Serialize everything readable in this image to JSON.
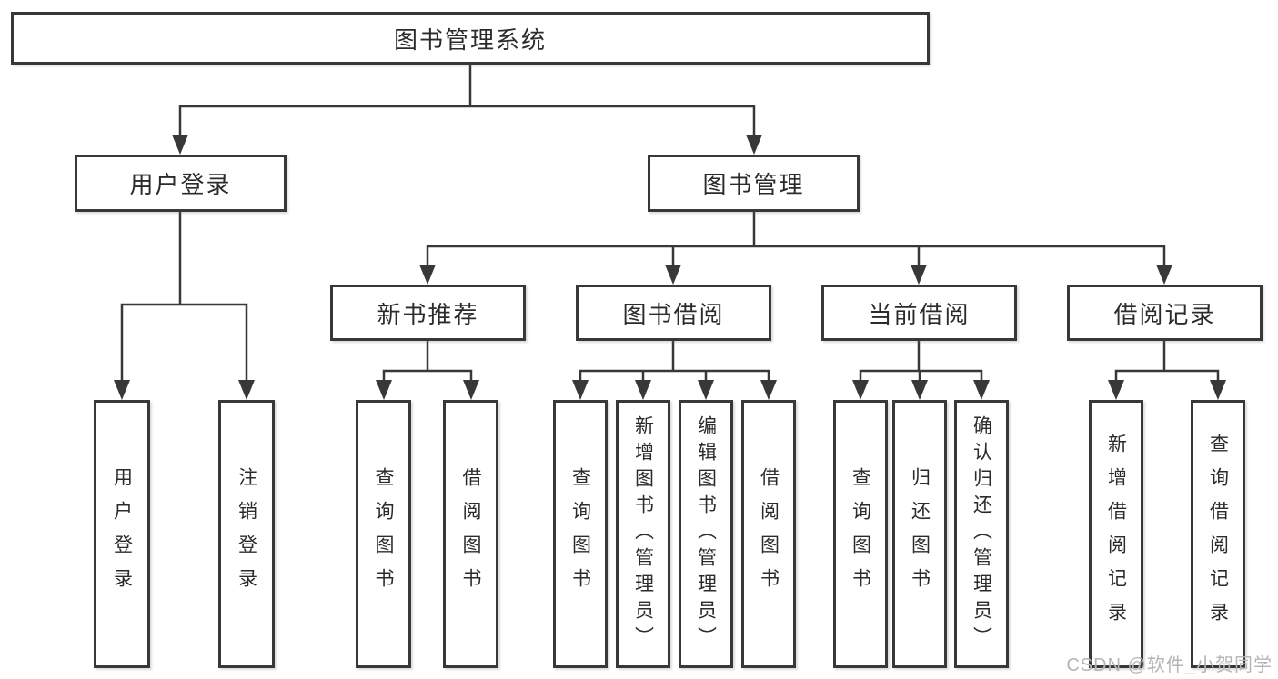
{
  "colors": {
    "line": "#383838",
    "border": "#383838",
    "text": "#2b2b2b",
    "watermark": "#b5b5b5",
    "background": "#ffffff"
  },
  "diagram": {
    "title": "图书管理系统",
    "level2": [
      {
        "label": "用户登录"
      },
      {
        "label": "图书管理"
      }
    ],
    "level3": [
      {
        "label": "新书推荐",
        "parent": "图书管理"
      },
      {
        "label": "图书借阅",
        "parent": "图书管理"
      },
      {
        "label": "当前借阅",
        "parent": "图书管理"
      },
      {
        "label": "借阅记录",
        "parent": "图书管理"
      }
    ],
    "leaves": [
      {
        "label": "用户登录",
        "parent": "用户登录"
      },
      {
        "label": "注销登录",
        "parent": "用户登录"
      },
      {
        "label": "查询图书",
        "parent": "新书推荐"
      },
      {
        "label": "借阅图书",
        "parent": "新书推荐"
      },
      {
        "label": "查询图书",
        "parent": "图书借阅"
      },
      {
        "label": "新增图书（管理员）",
        "parent": "图书借阅"
      },
      {
        "label": "编辑图书（管理员）",
        "parent": "图书借阅"
      },
      {
        "label": "借阅图书",
        "parent": "图书借阅"
      },
      {
        "label": "查询图书",
        "parent": "当前借阅"
      },
      {
        "label": "归还图书",
        "parent": "当前借阅"
      },
      {
        "label": "确认归还（管理员）",
        "parent": "当前借阅"
      },
      {
        "label": "新增借阅记录",
        "parent": "借阅记录"
      },
      {
        "label": "查询借阅记录",
        "parent": "借阅记录"
      }
    ]
  },
  "watermark": "CSDN @软件_小贺同学"
}
